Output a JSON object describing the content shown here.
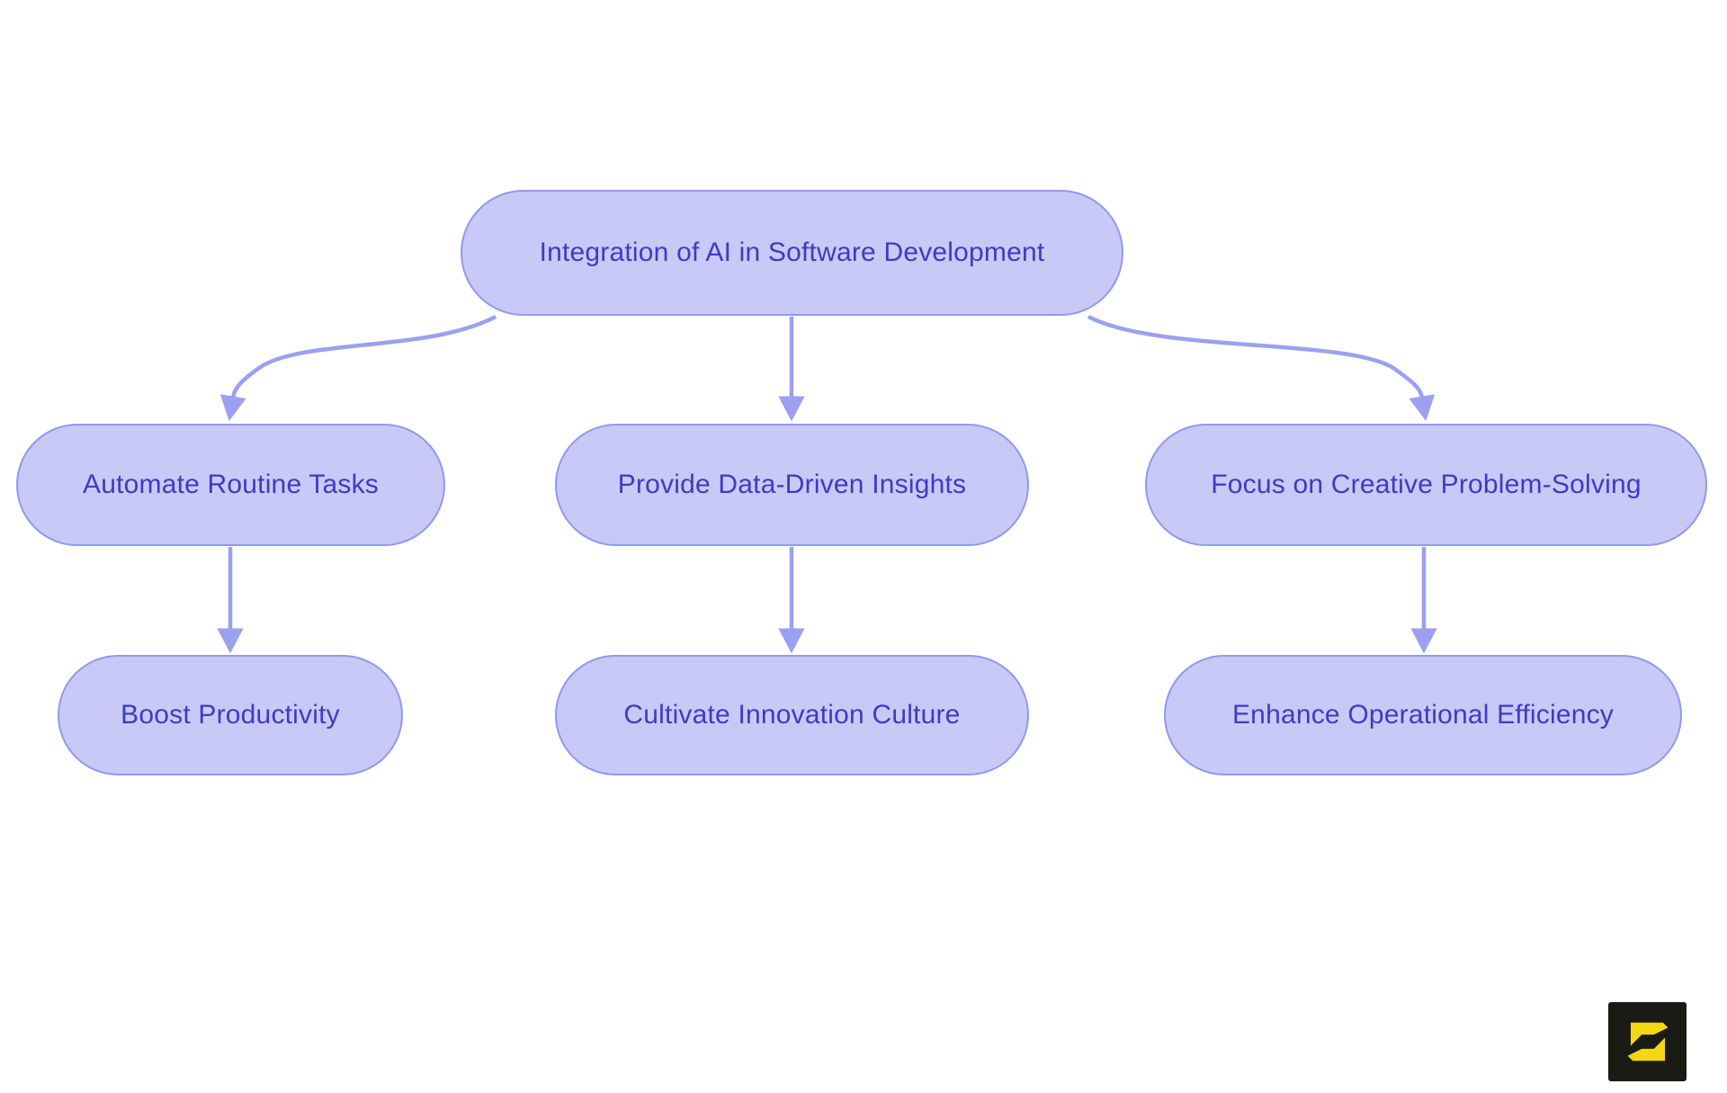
{
  "diagram": {
    "nodes": {
      "root": "Integration of AI in Software Development",
      "mid_left": "Automate Routine Tasks",
      "mid_center": "Provide Data-Driven Insights",
      "mid_right": "Focus on Creative Problem-Solving",
      "leaf_left": "Boost Productivity",
      "leaf_center": "Cultivate Innovation Culture",
      "leaf_right": "Enhance Operational Efficiency"
    },
    "edges": [
      {
        "from": "root",
        "to": "mid_left"
      },
      {
        "from": "root",
        "to": "mid_center"
      },
      {
        "from": "root",
        "to": "mid_right"
      },
      {
        "from": "mid_left",
        "to": "leaf_left"
      },
      {
        "from": "mid_center",
        "to": "leaf_center"
      },
      {
        "from": "mid_right",
        "to": "leaf_right"
      }
    ]
  },
  "colors": {
    "background": "#ffffff",
    "node_fill": "#c8c9f7",
    "node_border": "#9199ee",
    "node_text": "#3c3cc4",
    "arrow": "#9ba0f0",
    "logo_background": "#1b1b16",
    "logo_glyph": "#f2d713"
  },
  "logo": {
    "glyph": "S"
  }
}
